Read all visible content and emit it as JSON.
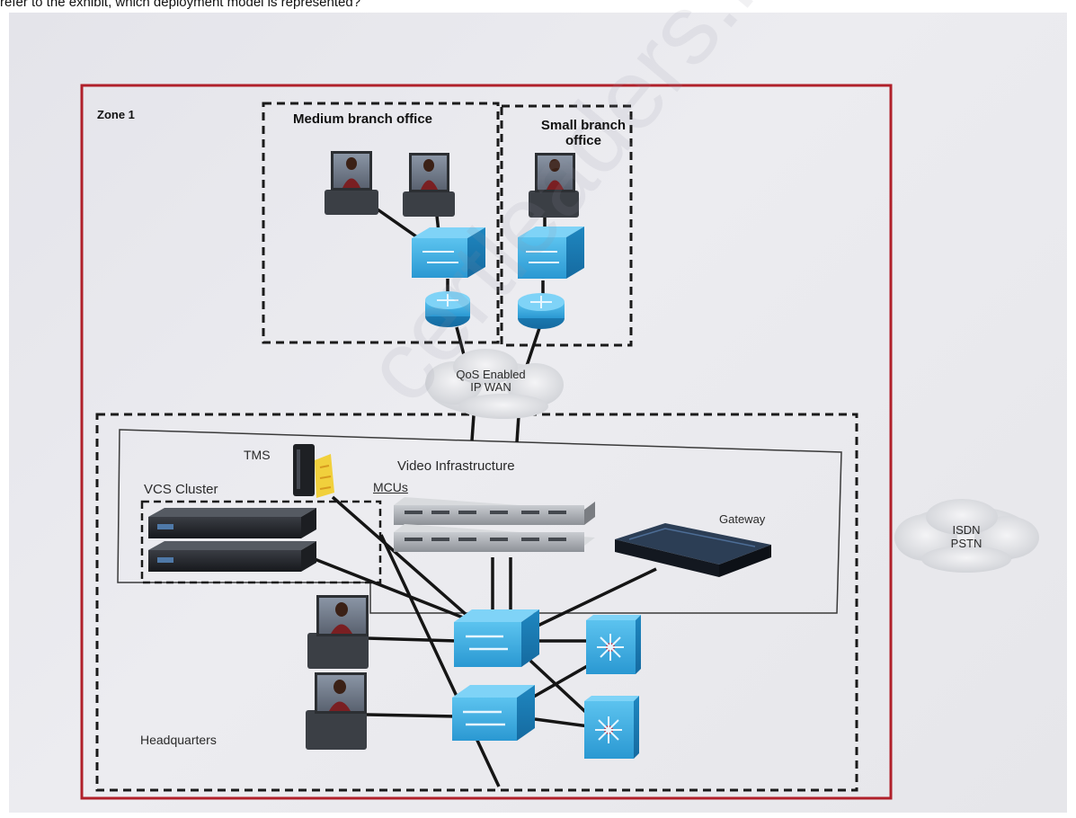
{
  "caption": "refer to the exhibit, which deployment model is represented?",
  "watermark": "certleaders.net",
  "labels": {
    "zone": "Zone 1",
    "medium_branch": "Medium branch office",
    "small_branch_line1": "Small branch",
    "small_branch_line2": "office",
    "wan_line1": "QoS Enabled",
    "wan_line2": "IP WAN",
    "tms": "TMS",
    "video_infrastructure": "Video Infrastructure",
    "vcs_cluster": "VCS Cluster",
    "mcus": "MCUs",
    "gateway": "Gateway",
    "isdn_line1": "ISDN",
    "isdn_line2": "PSTN",
    "headquarters": "Headquarters"
  },
  "colors": {
    "zone_border": "#b0202a",
    "device_blue": "#2d9fd8",
    "line": "#151515"
  }
}
